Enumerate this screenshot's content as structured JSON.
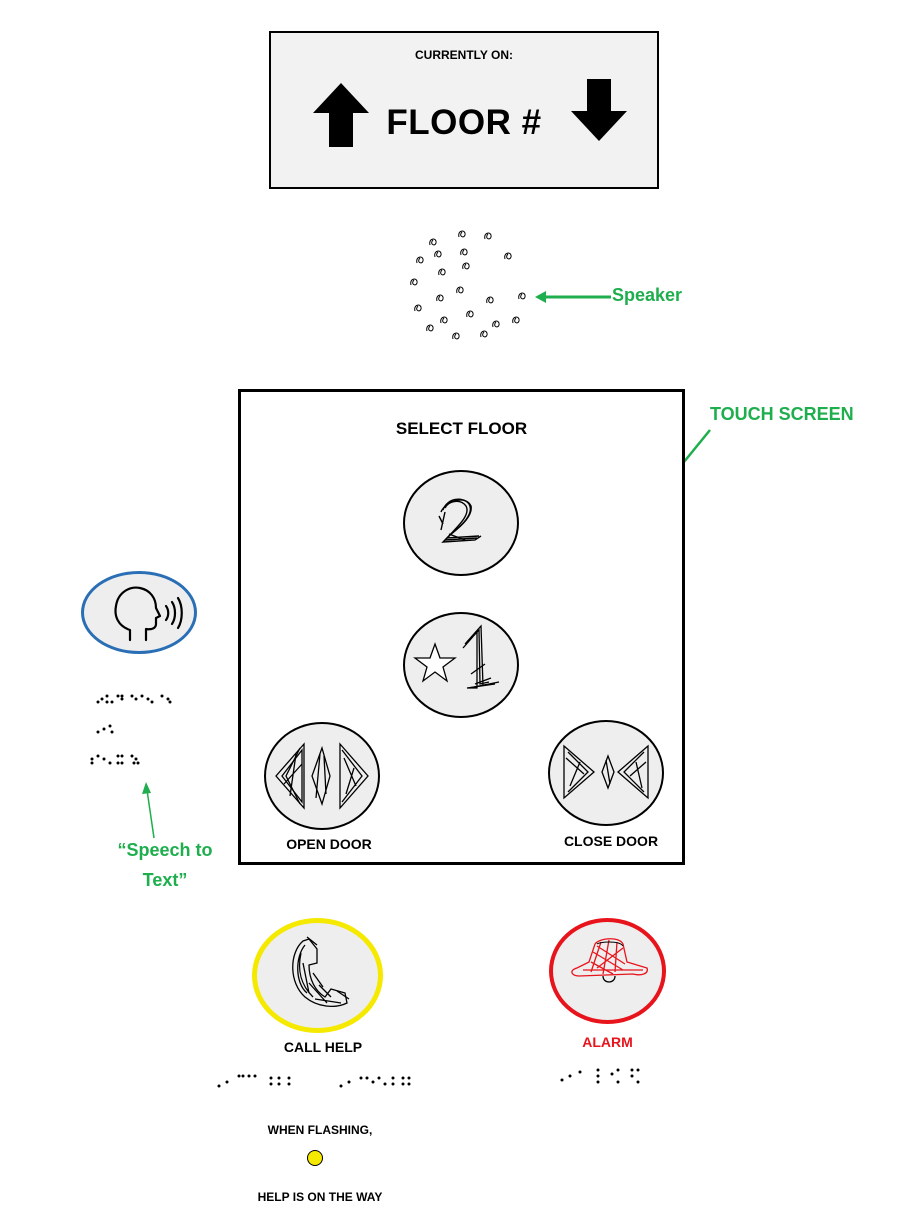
{
  "floor_display": {
    "currently_on": "CURRENTLY ON:",
    "floor": "FLOOR #"
  },
  "speaker": {
    "label": "Speaker"
  },
  "touch_screen": {
    "label": "TOUCH SCREEN",
    "title": "SELECT FLOOR",
    "open_door": "OPEN DOOR",
    "close_door": "CLOSE DOOR"
  },
  "speech_to_text": {
    "label_line1": "“Speech to",
    "label_line2": "Text”"
  },
  "call_help": {
    "label": "CALL HELP",
    "when_flashing": "WHEN FLASHING,",
    "help_on_way": "HELP IS ON THE WAY"
  },
  "alarm": {
    "label": "ALARM"
  },
  "colors": {
    "annotation": "#1fae4e",
    "speech_ring": "#2a6fb5",
    "help_ring": "#f5e900",
    "alarm_ring": "#e8141c"
  }
}
